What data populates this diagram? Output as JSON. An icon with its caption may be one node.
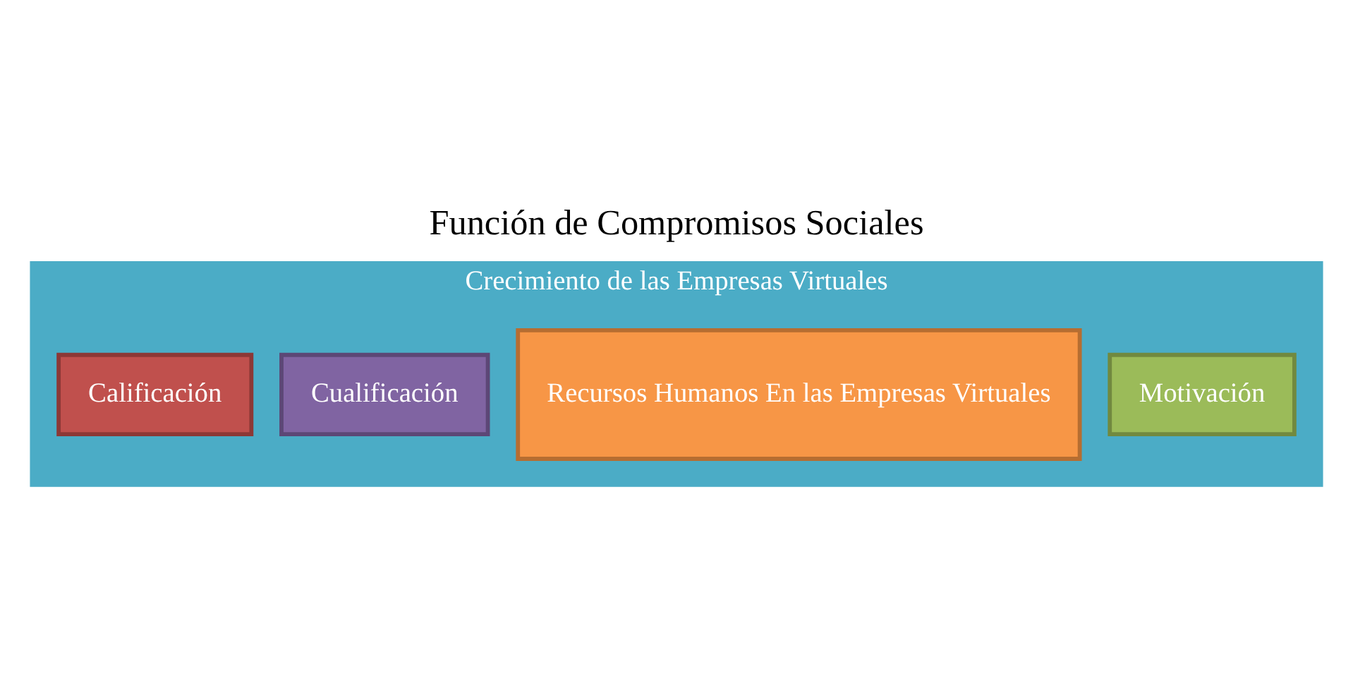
{
  "diagram": {
    "title": "Función de Compromisos Sociales",
    "nodes": [
      {
        "text": [
          "Crecimiento de las Empresas Virtuales"
        ]
      },
      {
        "text": [
          "Motivación"
        ],
        "in": 0
      },
      {
        "text": [
          "Recursos Humanos En las Empresas Virtuales"
        ],
        "in": 0
      },
      {
        "text": [
          "Cualificación"
        ],
        "in": 0
      },
      {
        "text": [
          "Calificación"
        ],
        "in": 0
      }
    ],
    "edges": []
  }
}
